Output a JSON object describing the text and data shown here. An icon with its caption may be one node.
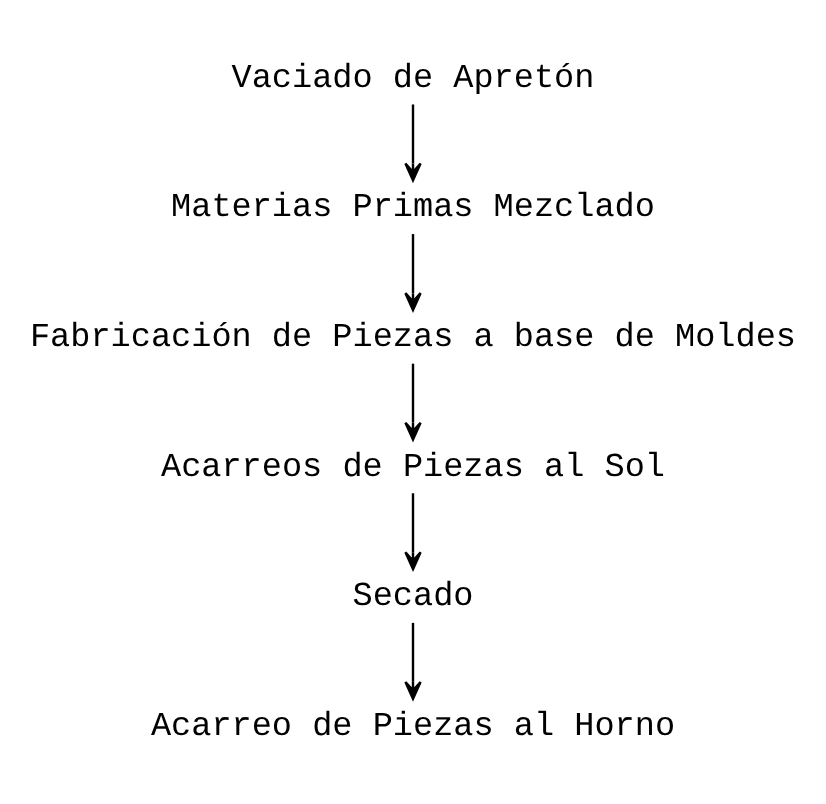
{
  "diagram": {
    "nodes": [
      {
        "text": [
          "Vaciado de Apretón"
        ]
      },
      {
        "text": [
          "Materias Primas Mezclado"
        ]
      },
      {
        "text": [
          "Fabricación de Piezas a base de Moldes"
        ]
      },
      {
        "text": [
          "Acarreos de Piezas al Sol"
        ]
      },
      {
        "text": [
          "Secado"
        ]
      },
      {
        "text": [
          "Acarreo de Piezas al Horno"
        ]
      }
    ],
    "edges": [
      {
        "from": 0,
        "to": 1,
        "arrow": "to"
      },
      {
        "from": 1,
        "to": 2,
        "arrow": "to"
      },
      {
        "from": 2,
        "to": 3,
        "arrow": "to"
      },
      {
        "from": 3,
        "to": 4,
        "arrow": "to"
      },
      {
        "from": 4,
        "to": 5,
        "arrow": "to"
      }
    ]
  }
}
